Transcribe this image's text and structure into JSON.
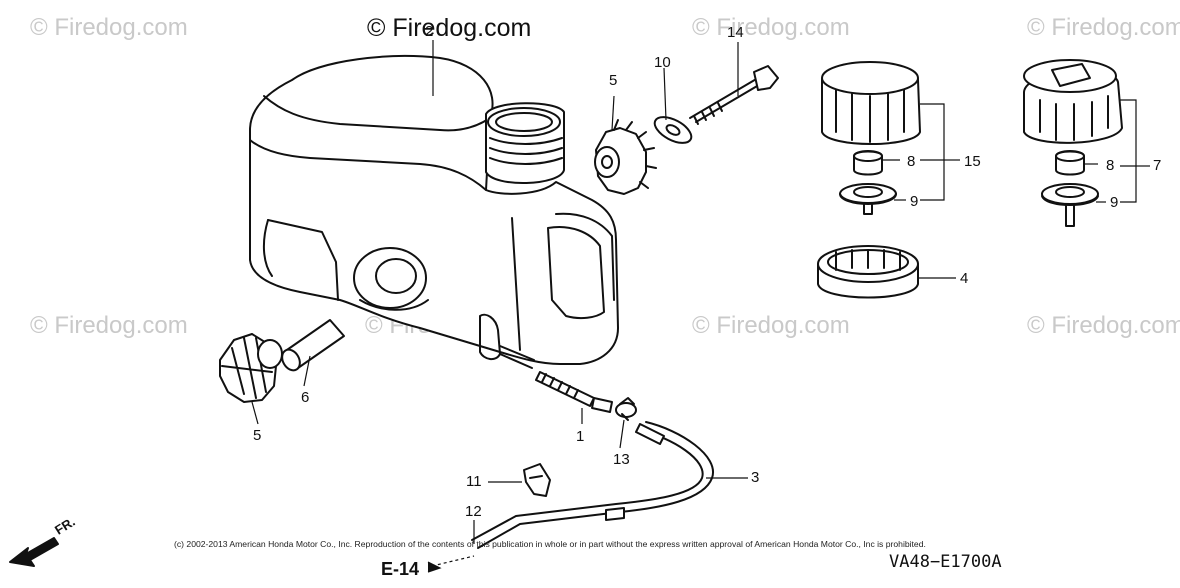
{
  "watermarks": {
    "primary": "© Firedog.com",
    "faded": "© Firedog.com"
  },
  "copyright": "(c) 2002-2013 American Honda Motor Co., Inc. Reproduction of the contents of this publication in whole or in part without the express written approval of American Honda Motor Co., Inc is prohibited.",
  "diagram_code": "VA48−E1700A",
  "section_ref": "E-14",
  "direction_label": "FR.",
  "callouts": {
    "c1": "1",
    "c2": "2",
    "c3": "3",
    "c4": "4",
    "c5a": "5",
    "c5b": "5",
    "c6": "6",
    "c7": "7",
    "c8a": "8",
    "c8b": "8",
    "c9a": "9",
    "c9b": "9",
    "c10": "10",
    "c11": "11",
    "c12": "12",
    "c13": "13",
    "c14": "14",
    "c15": "15"
  }
}
